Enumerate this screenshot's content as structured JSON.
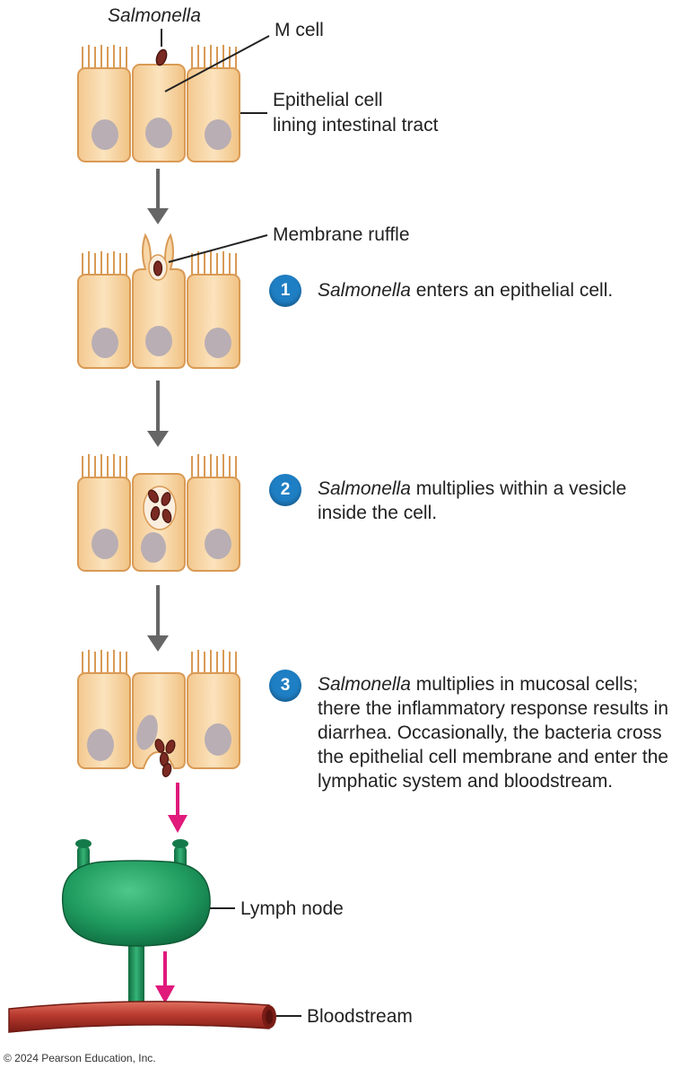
{
  "labels": {
    "salmonella_top": "Salmonella",
    "m_cell": "M cell",
    "epithelial_line1": "Epithelial cell",
    "epithelial_line2": "lining intestinal tract",
    "membrane_ruffle": "Membrane ruffle",
    "lymph_node": "Lymph node",
    "bloodstream": "Bloodstream"
  },
  "steps": [
    {
      "number": "1",
      "organism": "Salmonella",
      "text": " enters an epithelial cell."
    },
    {
      "number": "2",
      "organism": "Salmonella",
      "text": " multiplies within a vesicle inside the cell."
    },
    {
      "number": "3",
      "organism": "Salmonella",
      "text": " multiplies in mucosal cells; there the inflammatory response results in diarrhea. Occasionally, the bacteria cross the epithelial cell membrane and enter the lymphatic system and bloodstream."
    }
  ],
  "copyright": "© 2024 Pearson Education, Inc.",
  "colors": {
    "cell_fill": "#f6d6a4",
    "cell_stroke": "#d99a55",
    "nucleus": "#b9aeb3",
    "bacterium": "#7a2a22",
    "gray_arrow": "#666666",
    "magenta_arrow": "#e0197b",
    "lymph_node": "#1f9a5e",
    "blood_vessel": "#b8392e",
    "badge": "#1f7fc4"
  }
}
